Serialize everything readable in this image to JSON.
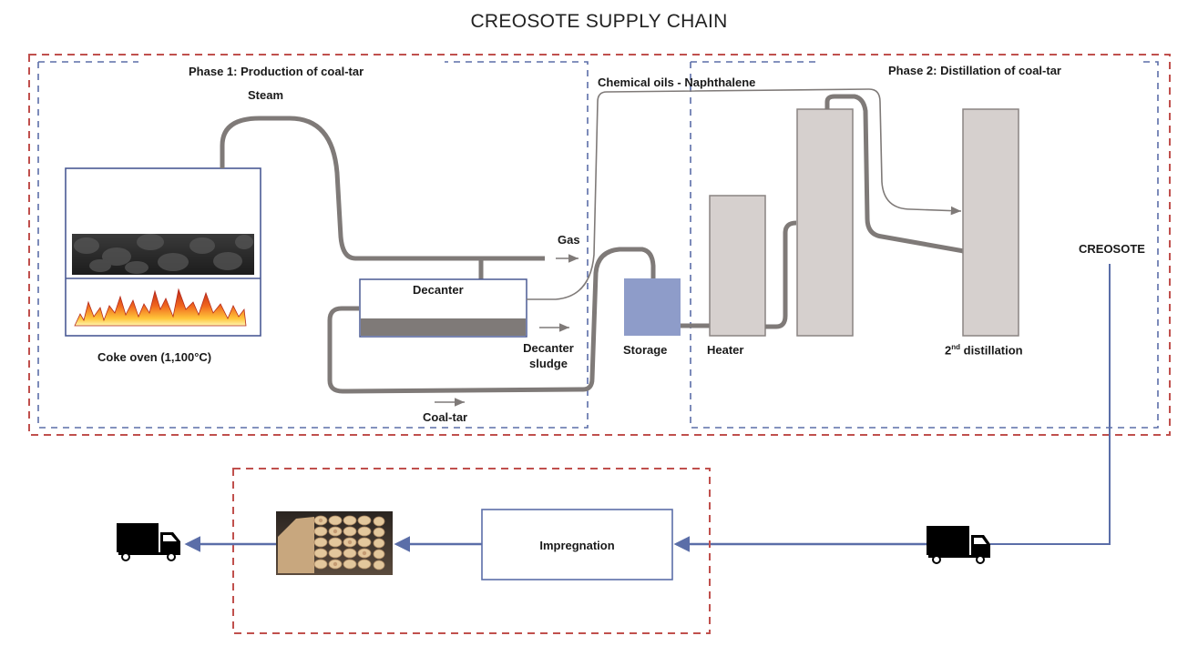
{
  "title": "CREOSOTE SUPPLY CHAIN",
  "colors": {
    "outer_border": "#c0504d",
    "phase_border": "#5b6ea8",
    "pipe": "#7f7a78",
    "column_fill": "#d6d0ce",
    "column_stroke": "#8a8482",
    "storage_fill": "#8e9cc9",
    "flow_line": "#5b6ea8",
    "oven_stroke": "#4a5a94"
  },
  "phase1": {
    "label": "Phase 1: Production of coal-tar",
    "steam": "Steam",
    "coke_oven": "Coke oven (1,100°C)",
    "decanter": "Decanter",
    "gas": "Gas",
    "decanter_sludge_line1": "Decanter",
    "decanter_sludge_line2": "sludge",
    "coal_tar": "Coal-tar"
  },
  "phase2": {
    "label": "Phase 2: Distillation of coal-tar",
    "chemical_oils": "Chemical oils - Naphthalene",
    "storage": "Storage",
    "heater": "Heater",
    "second_distillation_num": "2",
    "second_distillation_sup": "nd",
    "second_distillation_text": " distillation",
    "creosote": "CREOSOTE"
  },
  "downstream": {
    "impregnation": "Impregnation"
  },
  "icons": {
    "truck_right": "truck-icon",
    "truck_left": "truck-icon",
    "wood_poles": "treated-wood-poles-image",
    "coal": "coal-image",
    "fire": "fire-image"
  }
}
